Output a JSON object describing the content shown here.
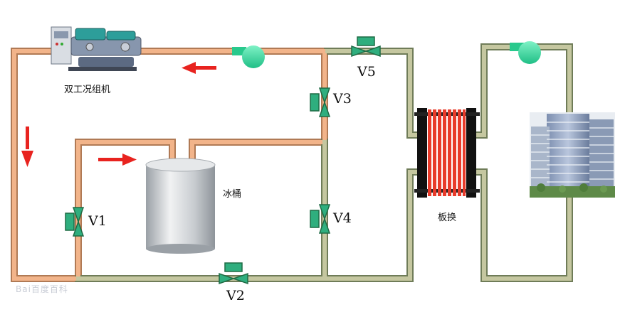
{
  "labels": {
    "chiller": "双工况组机",
    "ice_tank": "冰桶",
    "plate_exchanger": "板换"
  },
  "valves": [
    {
      "id": "v1",
      "label": "V1"
    },
    {
      "id": "v2",
      "label": "V2"
    },
    {
      "id": "v3",
      "label": "V3"
    },
    {
      "id": "v4",
      "label": "V4"
    },
    {
      "id": "v5",
      "label": "V5"
    }
  ],
  "watermark": "Bai百度百科",
  "colors": {
    "pipe_copper": "#e8a57a",
    "pipe_olive": "#b7b989",
    "pipe_outline": "#556b4c",
    "valve": "#2fae7e",
    "valve_dark": "#1f6b45",
    "pump": "#3ce0a6",
    "arrow": "#e8231f",
    "exchanger": "#e83b2a",
    "tank": "#c8ccd0"
  }
}
